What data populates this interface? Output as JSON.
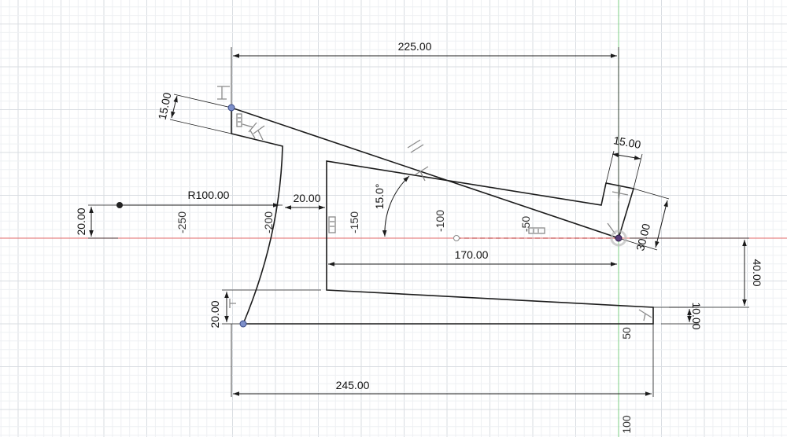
{
  "sketch": {
    "dimensions": {
      "top_width": "225.00",
      "bottom_width": "245.00",
      "inner_width": "170.00",
      "top_left_thickness": "15.00",
      "top_right_thickness": "15.00",
      "right_offset": "30.00",
      "radius": "R100.00",
      "gap": "20.00",
      "left_offset": "20.00",
      "bottom_left_height": "20.00",
      "angle": "15.0°",
      "right_height": "40.00",
      "bottom_right_height": "10.00"
    },
    "axis_labels": {
      "m250": "-250",
      "m200": "-200",
      "m150": "-150",
      "m100": "-100",
      "m50": "-50",
      "p50": "50",
      "p100": "100"
    },
    "colors": {
      "grid_minor": "#eef0f3",
      "grid_major": "#d9dde2",
      "axis_x": "#e06a6a",
      "axis_y": "#7ccf86",
      "profile": "#1c1c1c",
      "point": "#7d8fc9",
      "constraint_glyph": "#8a8a8a"
    },
    "constraint_icons": [
      "coincident-icon",
      "parallel-icon",
      "perpendicular-icon",
      "fix-icon",
      "horizontal-icon",
      "vertical-icon"
    ]
  }
}
